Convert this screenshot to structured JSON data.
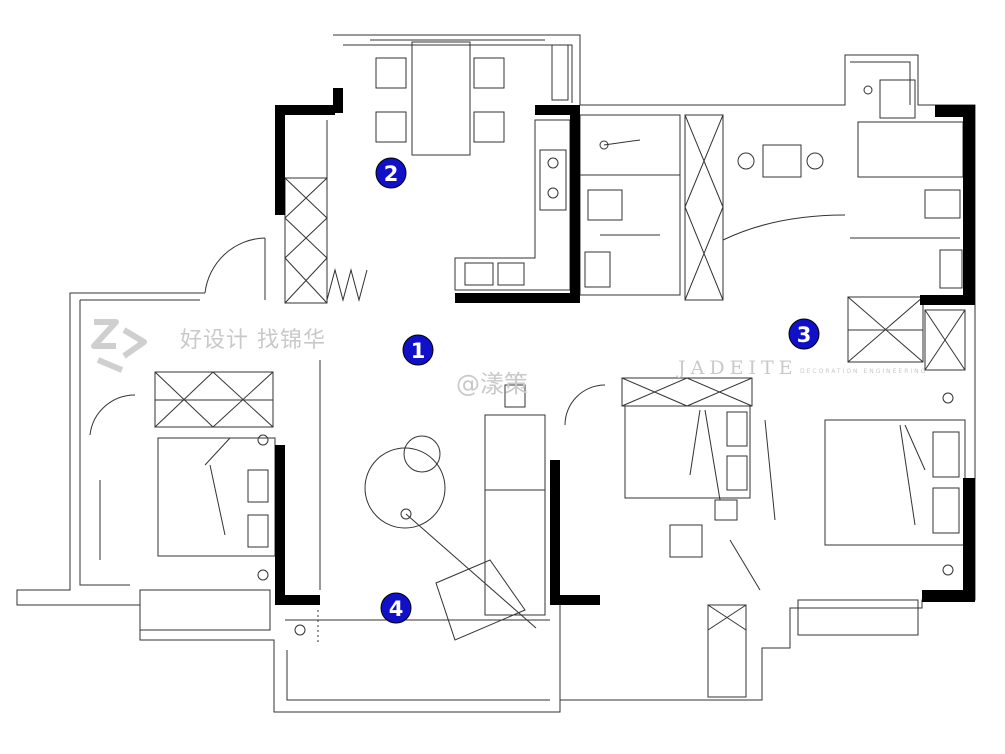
{
  "watermark": {
    "chinese_text": "好设计 找锦华",
    "weibo_handle": "@漾策",
    "brand_name": "JADEITE",
    "brand_sub": "DECORATION ENGINEERING"
  },
  "markers": [
    {
      "label": "1"
    },
    {
      "label": "2"
    },
    {
      "label": "3"
    },
    {
      "label": "4"
    }
  ],
  "colors": {
    "marker_fill": "#1010c8",
    "wall_solid": "#000000",
    "line": "#333333",
    "watermark": "#c9c9c9"
  }
}
